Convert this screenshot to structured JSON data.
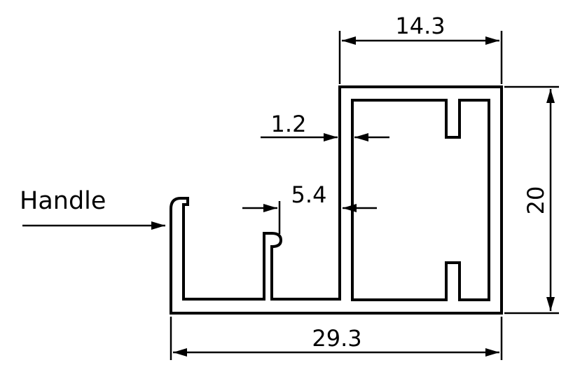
{
  "labels": {
    "handle": "Handle",
    "dim_top_width": "14.3",
    "dim_height": "20",
    "dim_wall": "1.2",
    "dim_slot": "5.4",
    "dim_total_width": "29.3"
  }
}
